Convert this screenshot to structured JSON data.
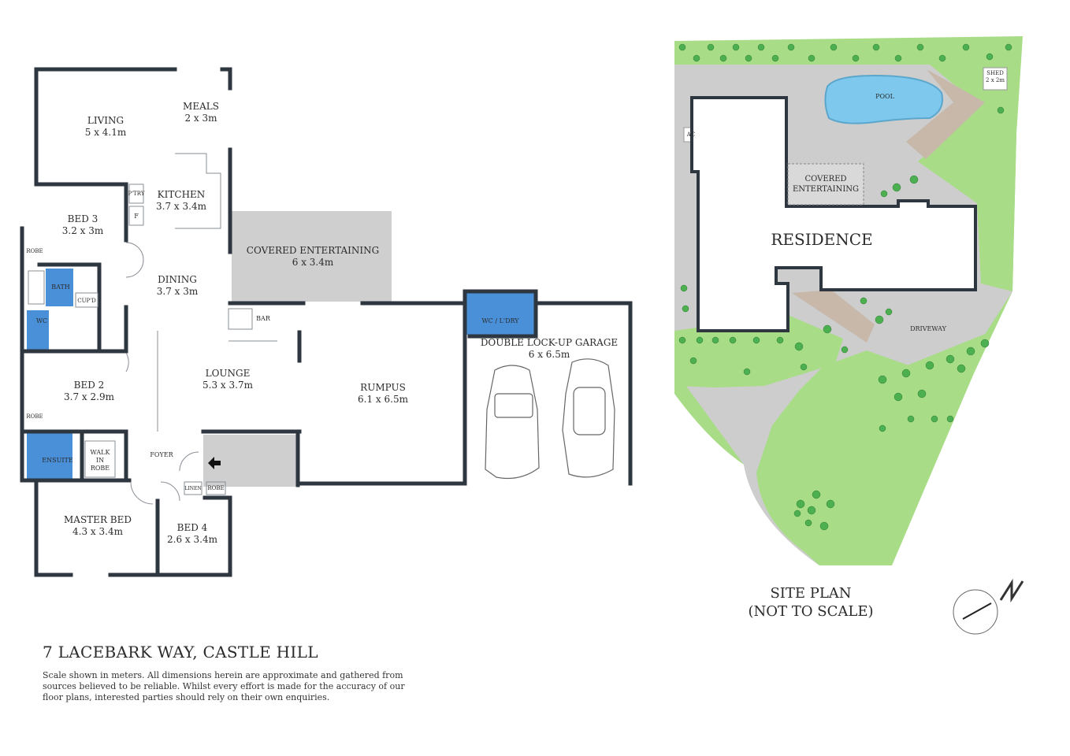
{
  "title": "7 LACEBARK WAY, CASTLE HILL",
  "disclaimer": "Scale shown in meters. All dimensions herein are approximate and gathered from sources believed to be  reliable. Whilst every effort is made for the accuracy of our floor plans, interested parties should rely on their own enquiries.",
  "floorplan": {
    "living": {
      "name": "LIVING",
      "dim": "5 x 4.1m"
    },
    "meals": {
      "name": "MEALS",
      "dim": "2 x 3m"
    },
    "kitchen": {
      "name": "KITCHEN",
      "dim": "3.7 x 3.4m"
    },
    "pantry": "P'TRY",
    "fridge": "F",
    "bed3": {
      "name": "BED 3",
      "dim": "3.2 x 3m"
    },
    "robe": "ROBE",
    "bath": "BATH",
    "cupboard": "CUP'D",
    "wc": "WC",
    "dining": {
      "name": "DINING",
      "dim": "3.7 x 3m"
    },
    "covered_entertaining": {
      "name": "COVERED ENTERTAINING",
      "dim": "6 x 3.4m"
    },
    "bar": "BAR",
    "bed2": {
      "name": "BED 2",
      "dim": "3.7 x 2.9m"
    },
    "lounge": {
      "name": "LOUNGE",
      "dim": "5.3 x 3.7m"
    },
    "rumpus": {
      "name": "RUMPUS",
      "dim": "6.1 x 6.5m"
    },
    "wc_laundry": "WC / L'DRY",
    "garage": {
      "name": "DOUBLE LOCK-UP GARAGE",
      "dim": "6 x 6.5m"
    },
    "ensuite": "ENSUITE",
    "walk_in_robe": "WALK IN ROBE",
    "foyer": "FOYER",
    "linen": "LINEN",
    "master": {
      "name": "MASTER BED",
      "dim": "4.3 x 3.4m"
    },
    "bed4": {
      "name": "BED 4",
      "dim": "2.6 x 3.4m"
    }
  },
  "siteplan": {
    "pool": "POOL",
    "shed": {
      "name": "SHED",
      "dim": "2 x 2m"
    },
    "ac": "AC",
    "covered_entertaining": "COVERED ENTERTAINING",
    "residence": "RESIDENCE",
    "driveway": "DRIVEWAY",
    "caption_line1": "SITE PLAN",
    "caption_line2": "(NOT TO SCALE)"
  },
  "colors": {
    "wall": "#2e3640",
    "wet_area": "#4a90d9",
    "paving": "#cfcfcf",
    "lawn": "#a8dc86",
    "tree": "#4caf50",
    "pool": "#7ec8ee"
  }
}
